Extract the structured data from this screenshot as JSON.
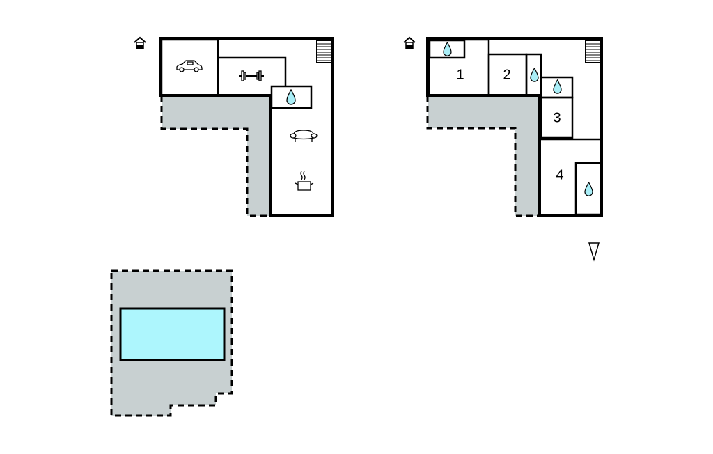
{
  "colors": {
    "terrace": "#c8d0d1",
    "water": "#a9eef7",
    "pool": "#adf6fd",
    "wall": "#000000"
  },
  "ground_floor": {
    "entrance_icon": "home-entrance-icon",
    "rooms": [
      {
        "name": "garage",
        "icon": "car-icon"
      },
      {
        "name": "gym",
        "icon": "dumbbell-icon"
      },
      {
        "name": "bathroom",
        "icon": "water-drop-icon"
      },
      {
        "name": "living",
        "icon": "sofa-icon"
      },
      {
        "name": "kitchen",
        "icon": "cooking-pot-icon"
      }
    ],
    "stairs_icon": "stairs-icon"
  },
  "first_floor": {
    "entrance_icon": "home-entrance-icon",
    "bedrooms": [
      {
        "label": "1"
      },
      {
        "label": "2"
      },
      {
        "label": "3"
      },
      {
        "label": "4"
      }
    ],
    "stairs_icon": "stairs-icon"
  },
  "compass_icon": "north-arrow-icon",
  "pool_area": {
    "icon": "pool"
  }
}
